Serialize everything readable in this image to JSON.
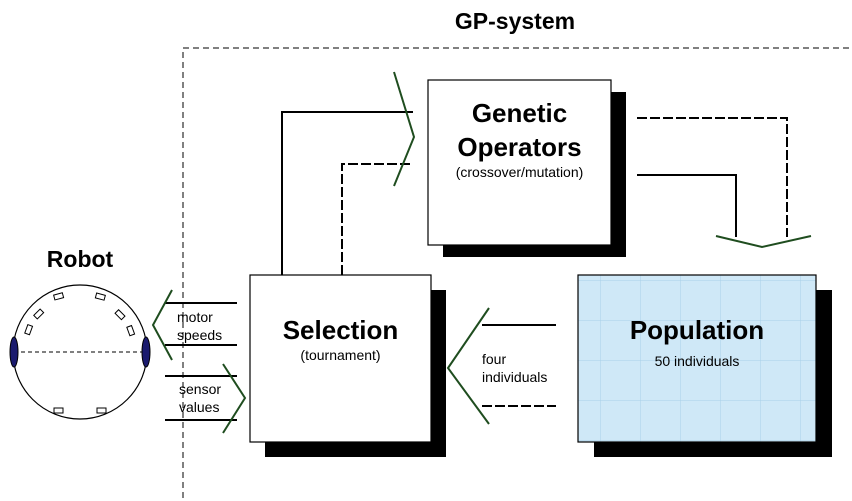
{
  "system": {
    "title": "GP-system"
  },
  "robot": {
    "title": "Robot"
  },
  "genetic_operators": {
    "title_line1": "Genetic",
    "title_line2": "Operators",
    "subtitle": "(crossover/mutation)"
  },
  "selection": {
    "title": "Selection",
    "subtitle": "(tournament)"
  },
  "population": {
    "title": "Population",
    "subtitle": "50 individuals",
    "fill_color": "#cfe8f7"
  },
  "arrows": {
    "motor": {
      "line1": "motor",
      "line2": "speeds"
    },
    "sensor": {
      "line1": "sensor",
      "line2": "values"
    },
    "four": {
      "line1": "four",
      "line2": "individuals"
    }
  },
  "colors": {
    "shadow": "#000000",
    "box_border": "#000000",
    "dark_green_accent": "#1f4d1f"
  }
}
